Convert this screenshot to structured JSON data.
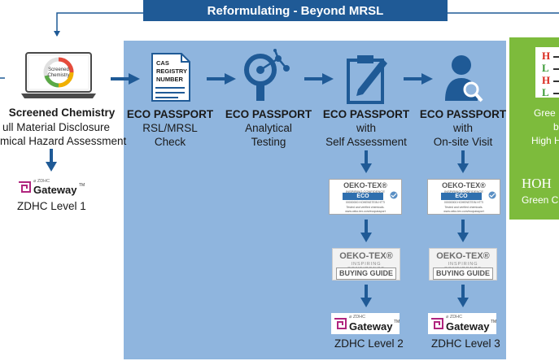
{
  "banner": "Reformulating  -  Beyond MRSL",
  "left": {
    "screen_label": "Screened\nChemistry",
    "title": "Screened Chemistry",
    "line1": "ull Material Disclosure",
    "line2": "mical Hazard Assessment",
    "gateway_small": "⌀ ZDHC",
    "gateway": "Gateway",
    "gateway_tm": "TM",
    "level": "ZDHC Level 1"
  },
  "steps": [
    {
      "title": "ECO PASSPORT",
      "sub1": "RSL/MRSL",
      "sub2": "Check",
      "doc_lines": [
        "CAS",
        "REGISTRY",
        "NUMBER"
      ]
    },
    {
      "title": "ECO PASSPORT",
      "sub1": "Analytical",
      "sub2": "Testing"
    },
    {
      "title": "ECO PASSPORT",
      "sub1": "with",
      "sub2": "Self Assessment"
    },
    {
      "title": "ECO PASSPORT",
      "sub1": "with",
      "sub2": "On-site Visit"
    }
  ],
  "certificate": {
    "brand": "OEKO-TEX®",
    "tagline": "INSPIRING CONFIDENCE",
    "label": "ECO PASSPORT",
    "number": "00000000 HOHENSTEIN HTTI",
    "note1": "Tested and verified chemicals.",
    "note2": "www.oeko-tex.com/ecopassport"
  },
  "buying_guide": {
    "brand": "OEKO-TEX®",
    "tagline": "INSPIRING CONFIDENCE",
    "label": "BUYING GUIDE"
  },
  "gateway_small": "⌀ ZDHC",
  "gateway": "Gateway",
  "gateway_tm": "TM",
  "level2": "ZDHC Level 2",
  "level3": "ZDHC Level 3",
  "green": {
    "letters": [
      "H",
      "L",
      "H",
      "L"
    ],
    "letter_colors": [
      "#d9261c",
      "#3a9a35",
      "#d9261c",
      "#3a9a35"
    ],
    "line1": "Gree",
    "line2": "b",
    "line3": "High H",
    "hoh": "HOH",
    "line4": "Green C"
  },
  "colors": {
    "banner": "#1f5a96",
    "arrow": "#1f5a96",
    "blue_panel": "#8fb5de",
    "green_panel": "#7dbb3c",
    "zdhc_magenta": "#b0257e"
  }
}
